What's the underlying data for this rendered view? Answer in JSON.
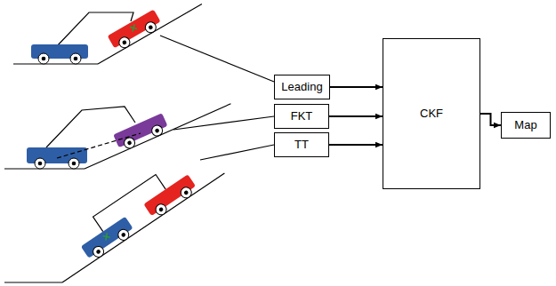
{
  "diagram": {
    "nodes": [
      {
        "text": [
          "Leading"
        ]
      },
      {
        "text": [
          "FKT"
        ]
      },
      {
        "text": [
          "TT"
        ]
      },
      {
        "text": [
          "CKF"
        ]
      },
      {
        "text": [
          "Map"
        ]
      }
    ],
    "edges": [
      {
        "from": 0,
        "to": 3,
        "arrow": "to"
      },
      {
        "from": 1,
        "to": 3,
        "arrow": "to"
      },
      {
        "from": 2,
        "to": 3,
        "arrow": "to"
      },
      {
        "from": 3,
        "to": 4,
        "arrow": "to"
      }
    ]
  }
}
